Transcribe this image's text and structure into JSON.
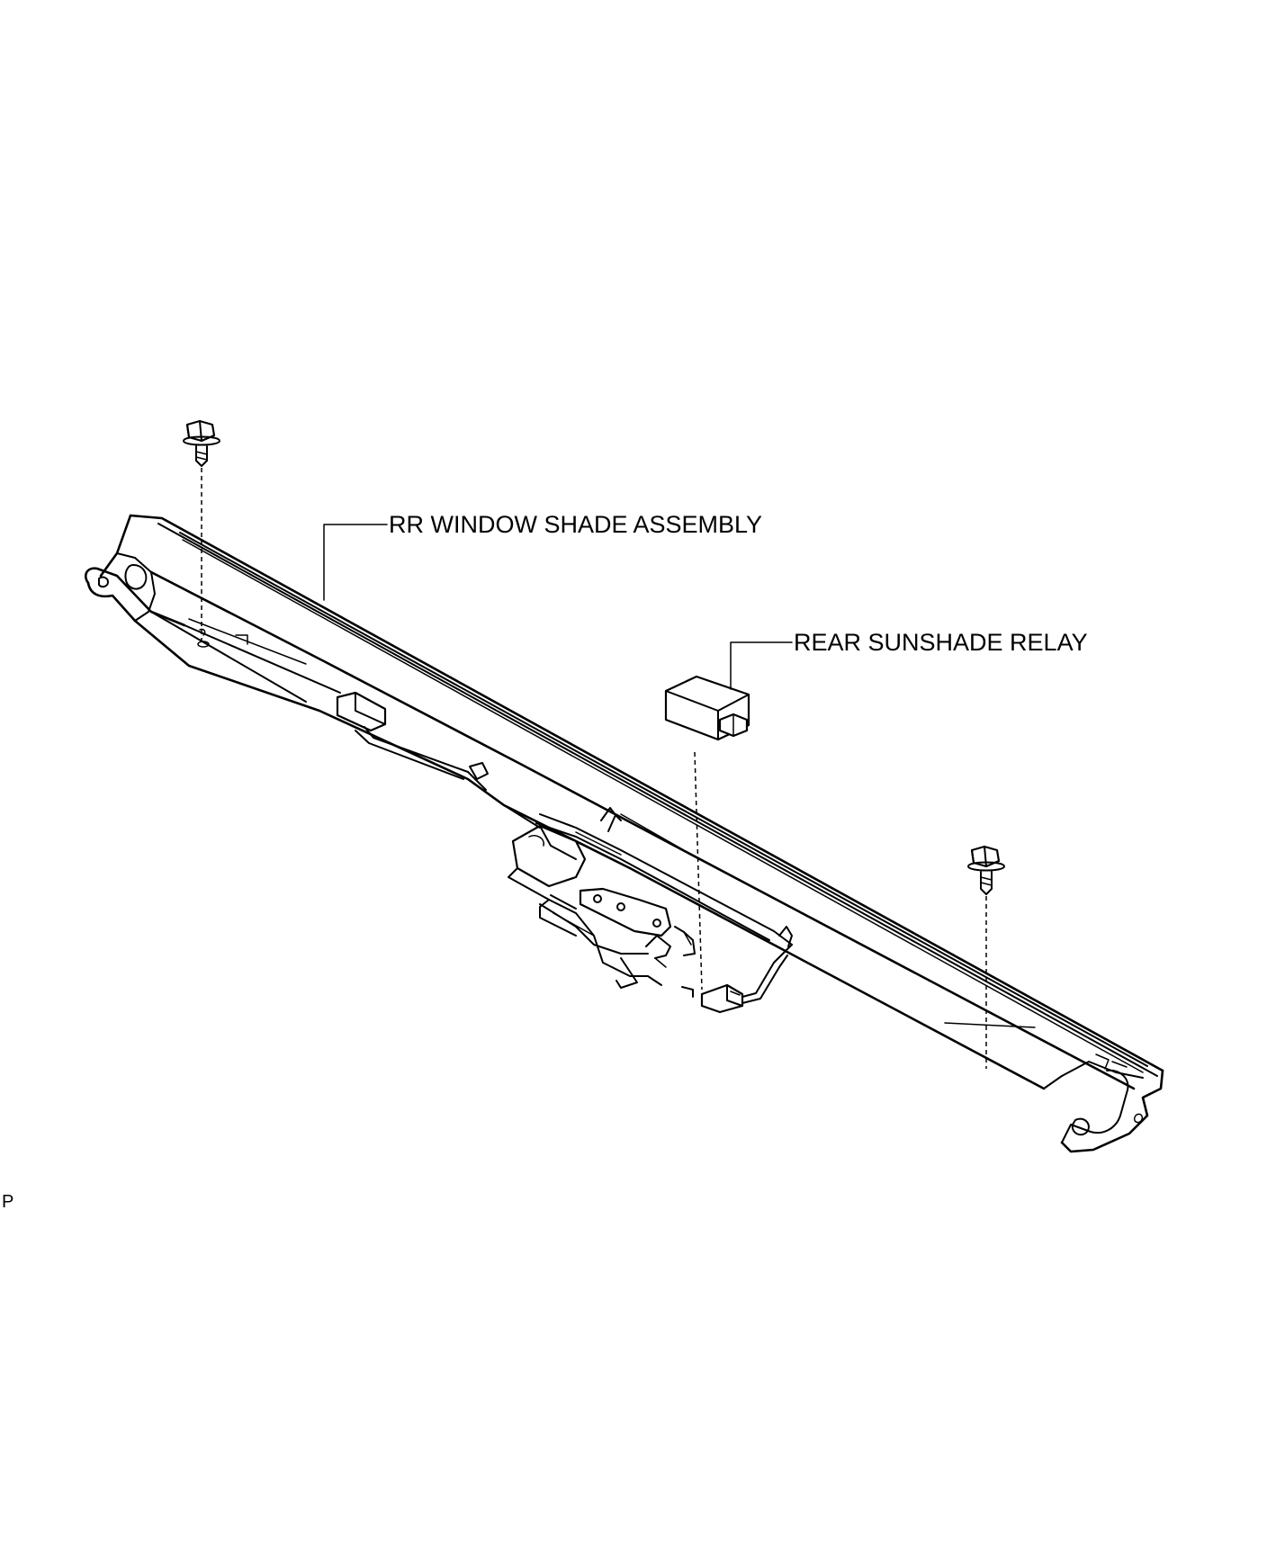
{
  "labels": {
    "assembly": "RR WINDOW SHADE ASSEMBLY",
    "relay": "REAR SUNSHADE RELAY",
    "corner_mark": "P"
  },
  "colors": {
    "ink": "#000000",
    "background": "#ffffff"
  }
}
